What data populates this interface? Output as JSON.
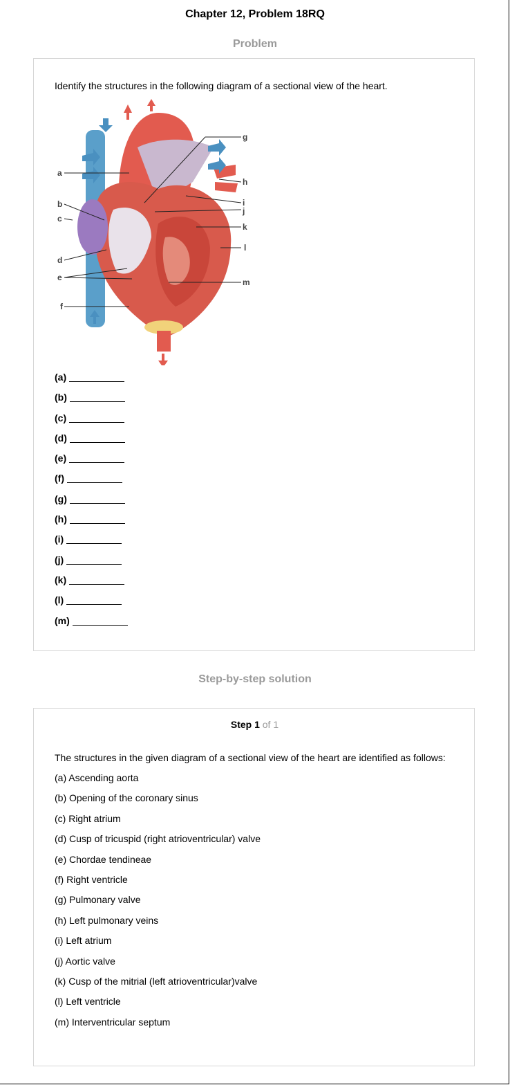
{
  "header": {
    "title": "Chapter 12, Problem 18RQ"
  },
  "problem": {
    "heading": "Problem",
    "question": "Identify the structures in the following diagram of a sectional view of the heart.",
    "diagram_labels": [
      "a",
      "b",
      "c",
      "d",
      "e",
      "f",
      "g",
      "h",
      "i",
      "j",
      "k",
      "l",
      "m"
    ],
    "blanks": [
      "(a)",
      "(b)",
      "(c)",
      "(d)",
      "(e)",
      "(f)",
      "(g)",
      "(h)",
      "(i)",
      "(j)",
      "(k)",
      "(l)",
      "(m)"
    ]
  },
  "solution": {
    "heading": "Step-by-step solution",
    "step_label": "Step 1",
    "step_total": "of 1",
    "intro": "The structures in the given diagram of a sectional view of the heart are identified as follows:",
    "answers": [
      "(a) Ascending aorta",
      "(b) Opening of the coronary sinus",
      "(c) Right atrium",
      "(d) Cusp of tricuspid (right atrioventricular) valve",
      "(e) Chordae tendineae",
      "(f) Right ventricle",
      "(g) Pulmonary valve",
      "(h) Left pulmonary veins",
      "(i) Left atrium",
      "(j) Aortic valve",
      "(k) Cusp of the mitrial (left atrioventricular)valve",
      "(l) Left ventricle",
      "(m) Interventricular septum"
    ]
  },
  "colors": {
    "heading_gray": "#9a9a9a",
    "card_border": "#d6d6d6",
    "vessel_blue": "#4a90c0",
    "muscle_red": "#d9574a"
  }
}
